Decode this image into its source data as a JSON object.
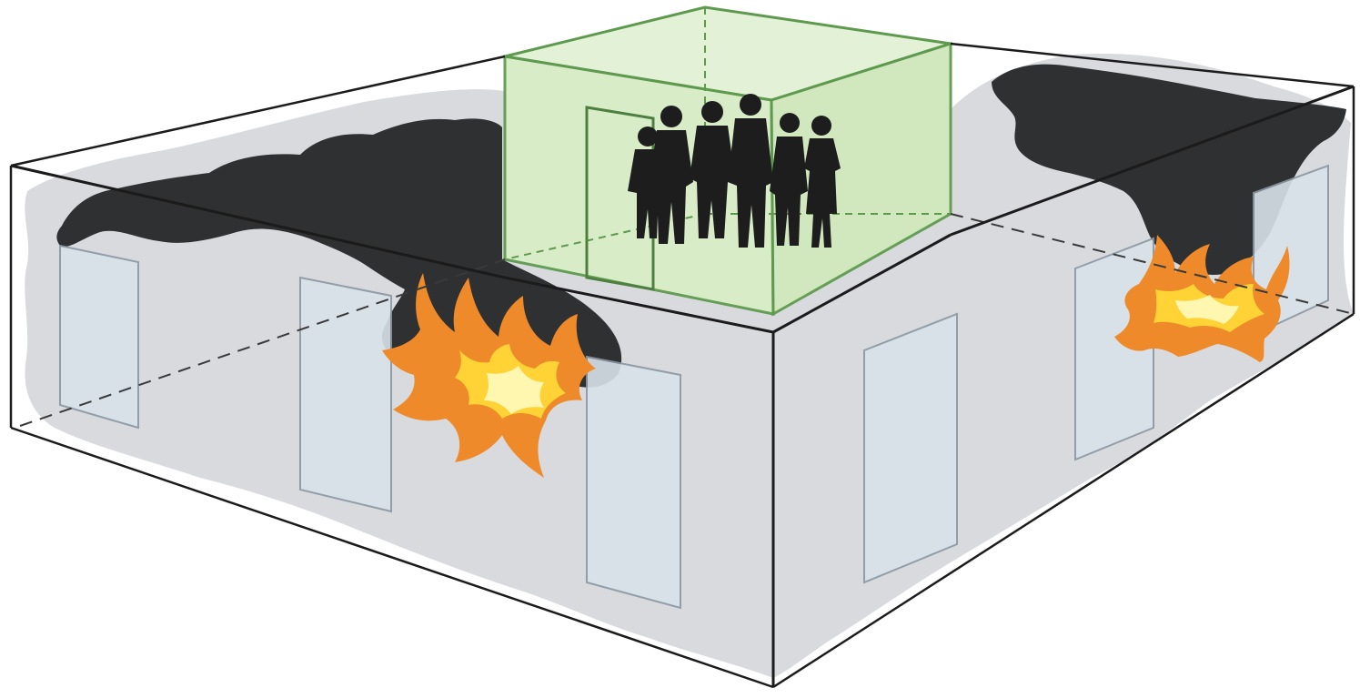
{
  "illustration": {
    "subject": "fire-safe-refuge-area",
    "colors": {
      "background": "#ffffff",
      "outline": "#1b1b1b",
      "light_smoke": "#d9dadd",
      "dark_smoke": "#2f3031",
      "door_panel": "#d8e2ea",
      "refuge_fill": "#d6ebc5",
      "refuge_outline": "#5e9a4e",
      "people": "#1d1d1d",
      "flame_outer": "#ee8a2a",
      "flame_inner": "#ffd235",
      "flame_core": "#fff6b0"
    },
    "elements": {
      "building": "building-outline",
      "refuge": "refuge-room",
      "occupants": 6,
      "fires": 2,
      "doors": 6
    }
  }
}
